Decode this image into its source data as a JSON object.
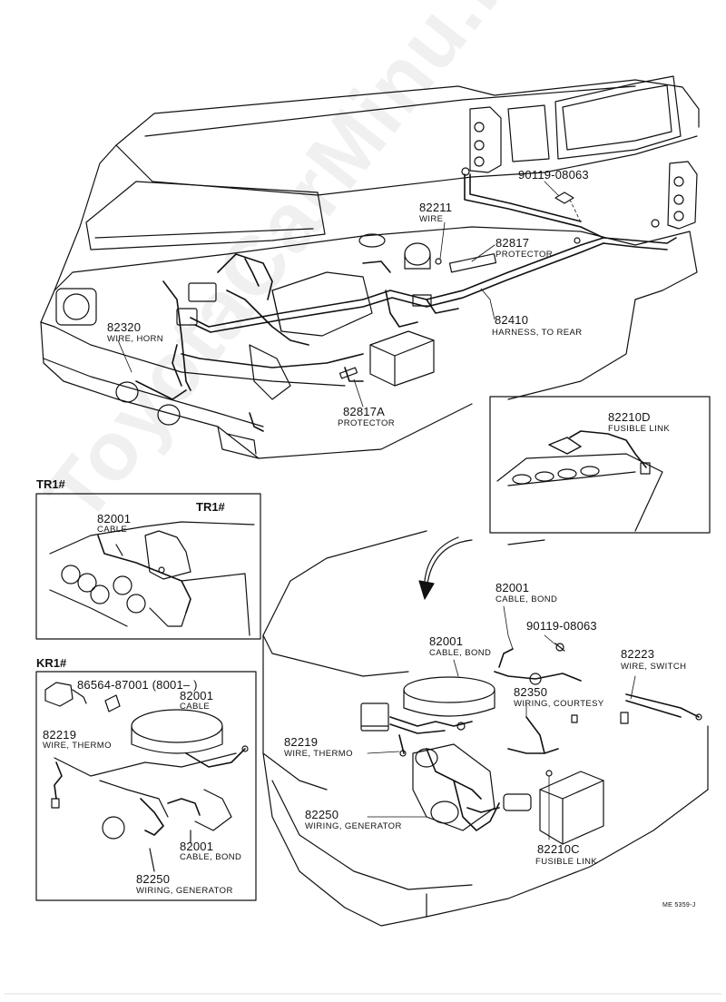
{
  "watermark": "ToyotaCarMinu.ru",
  "drawing_code": "ME 5359-J",
  "labels": {
    "l90119_top": "90119-08063",
    "l82211": "82211",
    "l82211_desc": "WIRE",
    "l82817": "82817",
    "l82817_desc": "PROTECTOR",
    "l82410": "82410",
    "l82410_desc": "HARNESS, TO REAR",
    "l82320": "82320",
    "l82320_desc": "WIRE, HORN",
    "l82817A": "82817A",
    "l82817A_desc": "PROTECTOR",
    "l82210D": "82210D",
    "l82210D_desc": "FUSIBLE LINK",
    "l82001_main": "82001",
    "l82001_main_desc": "CABLE, BOND",
    "l90119_mid": "90119-08063",
    "l82001_mid": "82001",
    "l82001_mid_desc": "CABLE, BOND",
    "l82223": "82223",
    "l82223_desc": "WIRE, SWITCH",
    "l82350": "82350",
    "l82350_desc": "WIRING, COURTESY",
    "l82219_main": "82219",
    "l82219_main_desc": "WIRE, THERMO",
    "l82250_main": "82250",
    "l82250_main_desc": "WIRING, GENERATOR",
    "l82210C": "82210C",
    "l82210C_desc": "FUSIBLE LINK"
  },
  "inset_tr1": {
    "title": "TR1#",
    "inner_title": "TR1#",
    "l82001": "82001",
    "l82001_desc": "CABLE"
  },
  "inset_kr1": {
    "title": "KR1#",
    "l86564": "86564-87001 (8001–      )",
    "l82001_a": "82001",
    "l82001_a_desc": "CABLE",
    "l82219": "82219",
    "l82219_desc": "WIRE, THERMO",
    "l82001_b": "82001",
    "l82001_b_desc": "CABLE, BOND",
    "l82250": "82250",
    "l82250_desc": "WIRING, GENERATOR"
  }
}
